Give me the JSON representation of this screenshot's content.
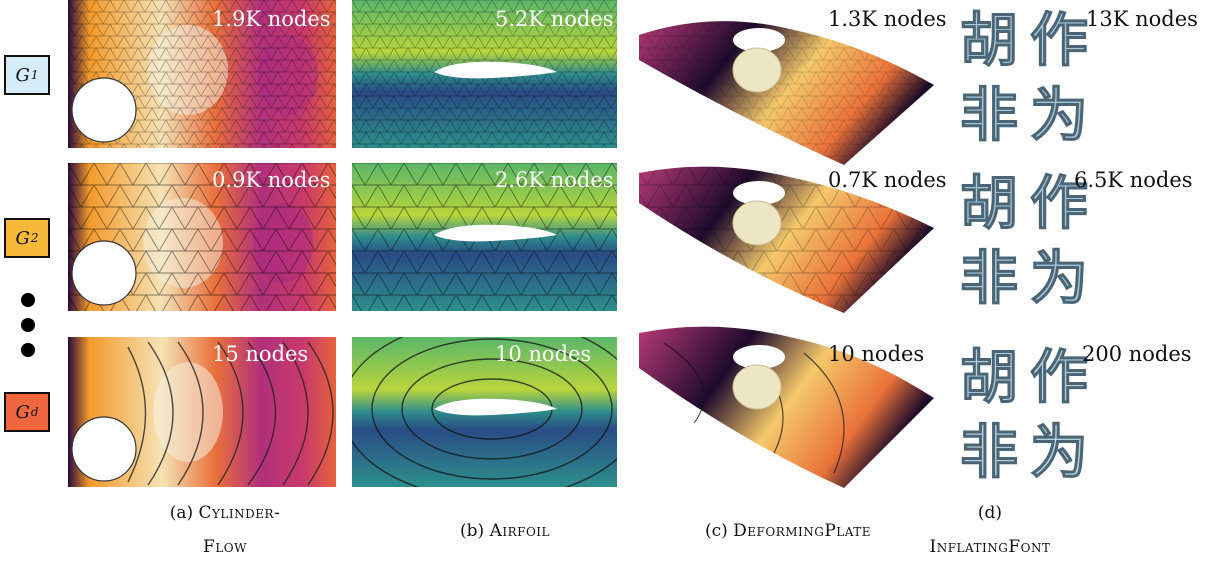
{
  "levels": [
    {
      "letter": "G",
      "sub": "1",
      "color": "#d6ecf8"
    },
    {
      "letter": "G",
      "sub": "2",
      "color": "#f6b93a"
    },
    {
      "letter": "G",
      "sub": "d",
      "color": "#f0663f"
    }
  ],
  "node_counts": {
    "cylinder": [
      "1.9K nodes",
      "0.9K nodes",
      "15 nodes"
    ],
    "airfoil": [
      "5.2K nodes",
      "2.6K nodes",
      "10 nodes"
    ],
    "plate": [
      "1.3K nodes",
      "0.7K nodes",
      "10 nodes"
    ],
    "font": [
      "13K nodes",
      "6.5K nodes",
      "200 nodes"
    ]
  },
  "captions": {
    "a_label": "(a)",
    "a_line1": "Cylinder-",
    "a_line2": "Flow",
    "b_label": "(b)",
    "b_name": "Airfoil",
    "c_label": "(c)",
    "c_name": "DeformingPlate",
    "d_label": "(d)",
    "d_name": "InflatingFont"
  },
  "font_glyphs": [
    "胡",
    "作",
    "非",
    "为"
  ],
  "colors": {
    "inferno_dark": "#1a0530",
    "inferno_mid": "#b5367a",
    "inferno_orange": "#f08a25",
    "inferno_light": "#f6ecd0",
    "viridis_dark": "#2a3b78",
    "viridis_mid": "#2a9a8a",
    "viridis_light": "#d9d836",
    "font_blue": "#a9c6d6",
    "sphere": "#ede6c2"
  }
}
